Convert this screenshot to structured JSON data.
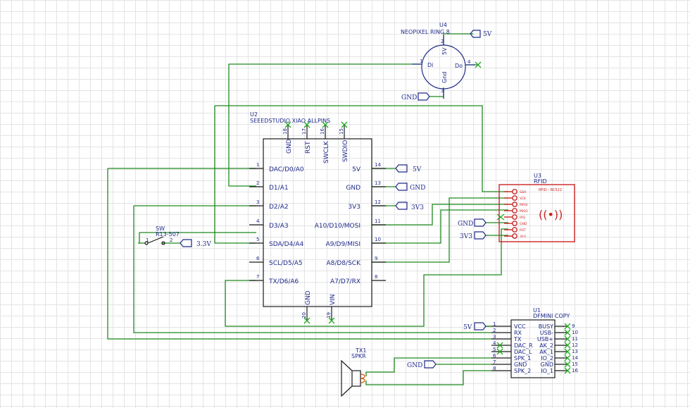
{
  "u4": {
    "ref": "U4",
    "name": "NEOPIXEL RING 8",
    "pin1": "1",
    "pin2": "2",
    "pin3": "3",
    "pin4": "4",
    "lbl_di": "Di",
    "lbl_do": "Do",
    "lbl_5v": "5V",
    "lbl_gnd": "Gnd",
    "net_5v": "5V",
    "net_gnd": "GND"
  },
  "u2": {
    "ref": "U2",
    "name": "SEEEDSTUDIO XIAO ALLPINS",
    "left": [
      {
        "num": "1",
        "label": "DAC/D0/A0"
      },
      {
        "num": "2",
        "label": "D1/A1"
      },
      {
        "num": "3",
        "label": "D2/A2"
      },
      {
        "num": "4",
        "label": "D3/A3"
      },
      {
        "num": "5",
        "label": "SDA/D4/A4"
      },
      {
        "num": "6",
        "label": "SCL/D5/A5"
      },
      {
        "num": "7",
        "label": "TX/D6/A6"
      }
    ],
    "right": [
      {
        "num": "14",
        "label": "5V"
      },
      {
        "num": "13",
        "label": "GND"
      },
      {
        "num": "12",
        "label": "3V3"
      },
      {
        "num": "11",
        "label": "A10/D10/MOSI"
      },
      {
        "num": "10",
        "label": "A9/D9/MISI"
      },
      {
        "num": "9",
        "label": "A8/D8/SCK"
      },
      {
        "num": "8",
        "label": "A7/D7/RX"
      }
    ],
    "top": [
      {
        "num": "18",
        "label": "GND"
      },
      {
        "num": "17",
        "label": "RST"
      },
      {
        "num": "16",
        "label": "SWCLK"
      },
      {
        "num": "15",
        "label": "SWDIO"
      }
    ],
    "bottom": [
      {
        "num": "20",
        "label": "GND"
      },
      {
        "num": "19",
        "label": "VIN"
      }
    ],
    "net_5v": "5V",
    "net_gnd": "GND",
    "net_3v3": "3V3"
  },
  "sw": {
    "ref": "SW",
    "name": "R13-507",
    "pin1": "1",
    "pin2": "2",
    "net": "3.3V"
  },
  "u3": {
    "ref": "U3",
    "name": "RFID",
    "module": "RFID - RC522",
    "pins": [
      "SDA",
      "SCK",
      "MOSI",
      "MISO",
      "IRQ",
      "GND",
      "RST",
      "3V3"
    ],
    "net_gnd": "GND",
    "net_3v3": "3V3",
    "symbol": "((•))"
  },
  "u1": {
    "ref": "U1",
    "name": "DFMINI COPY",
    "left": [
      {
        "num": "1",
        "label": "VCC"
      },
      {
        "num": "2",
        "label": "RX"
      },
      {
        "num": "3",
        "label": "TX"
      },
      {
        "num": "4",
        "label": "DAC_R"
      },
      {
        "num": "5",
        "label": "DAC_L"
      },
      {
        "num": "6",
        "label": "SPK_1"
      },
      {
        "num": "7",
        "label": "GND"
      },
      {
        "num": "8",
        "label": "SPK_2"
      }
    ],
    "right": [
      {
        "num": "9",
        "label": "BUSY"
      },
      {
        "num": "10",
        "label": "USB-"
      },
      {
        "num": "11",
        "label": "USB+"
      },
      {
        "num": "12",
        "label": "AK_2"
      },
      {
        "num": "13",
        "label": "AK_1"
      },
      {
        "num": "14",
        "label": "IO_2"
      },
      {
        "num": "15",
        "label": "GND"
      },
      {
        "num": "16",
        "label": "IO_1"
      }
    ],
    "net_5v": "5V",
    "net_gnd": "GND"
  },
  "tx1": {
    "ref": "TX1",
    "name": "SPKR"
  }
}
